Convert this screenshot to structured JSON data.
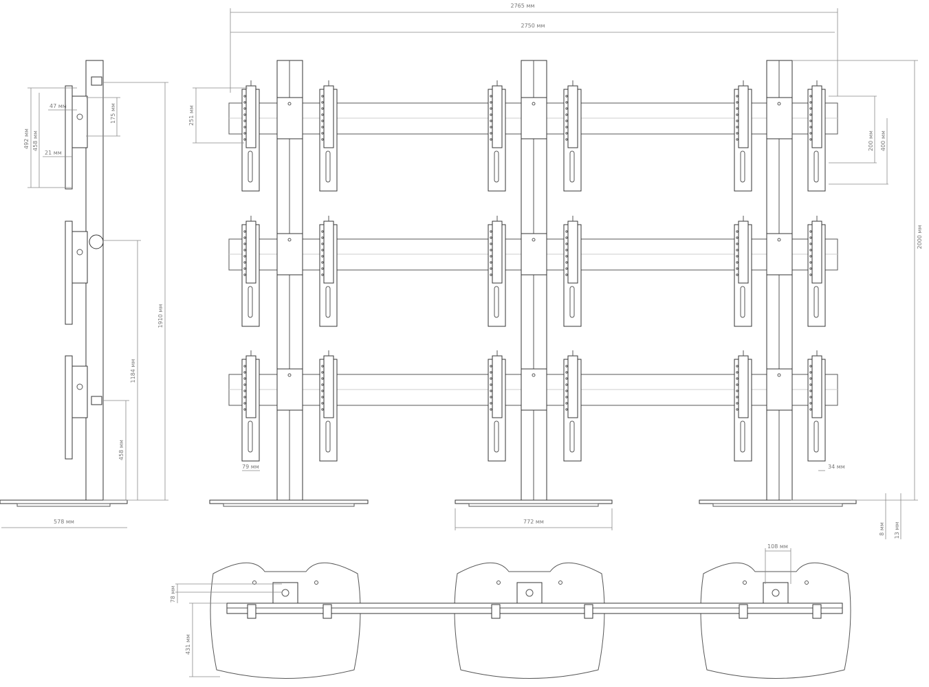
{
  "dimensions": {
    "overall_width": "2765 мм",
    "rail_width": "2750 мм",
    "bar_height": "251 мм",
    "vesa_200": "200 мм",
    "vesa_400": "400 мм",
    "total_height": "2000 мм",
    "bracket_offset_left": "79 мм",
    "bracket_offset_right": "34 мм",
    "base_width": "772 мм",
    "base_thickness_8": "8 мм",
    "base_thickness_13": "13 мм",
    "top_108": "108 мм",
    "top_78": "78 мм",
    "top_431": "431 мм",
    "side_492": "492 мм",
    "side_458_top": "458 мм",
    "side_47": "47 мм",
    "side_175": "175 мм",
    "side_21": "21 мм",
    "side_1910": "1910 мм",
    "side_1184": "1184 мм",
    "side_458_bottom": "458 мм",
    "side_base": "578 мм"
  }
}
